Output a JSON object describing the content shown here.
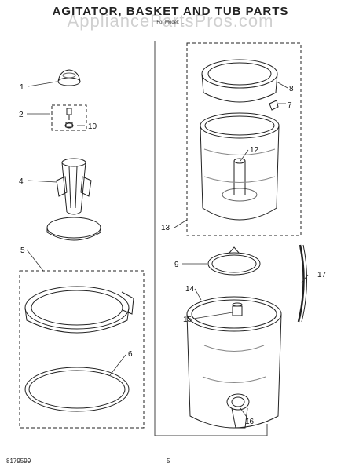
{
  "header": {
    "title": "AGITATOR, BASKET AND TUB PARTS",
    "subtitle": "For Model: ...",
    "watermark": "AppliancePartsPros.com"
  },
  "footer": {
    "doc_number": "8179599",
    "page_number": "5"
  },
  "callouts": [
    {
      "id": "1",
      "label": "1"
    },
    {
      "id": "2",
      "label": "2"
    },
    {
      "id": "4",
      "label": "4"
    },
    {
      "id": "5",
      "label": "5"
    },
    {
      "id": "6",
      "label": "6"
    },
    {
      "id": "7",
      "label": "7"
    },
    {
      "id": "8",
      "label": "8"
    },
    {
      "id": "9",
      "label": "9"
    },
    {
      "id": "10",
      "label": "10"
    },
    {
      "id": "12",
      "label": "12"
    },
    {
      "id": "13",
      "label": "13"
    },
    {
      "id": "14",
      "label": "14"
    },
    {
      "id": "15",
      "label": "15"
    },
    {
      "id": "16",
      "label": "16"
    },
    {
      "id": "17",
      "label": "17"
    }
  ]
}
